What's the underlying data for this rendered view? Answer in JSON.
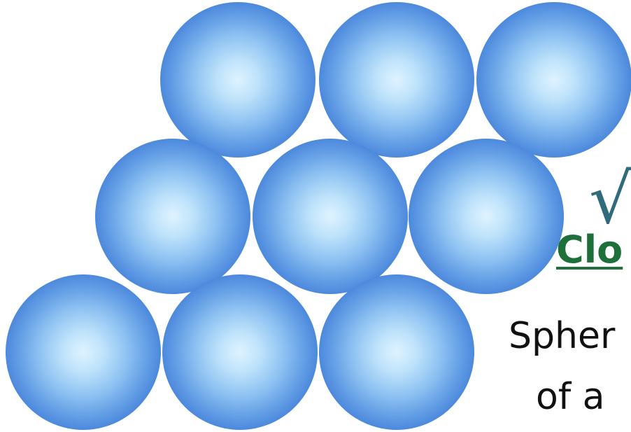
{
  "diagram": {
    "spheres": [
      {
        "id": "row1-1"
      },
      {
        "id": "row1-2"
      },
      {
        "id": "row1-3"
      },
      {
        "id": "row2-1"
      },
      {
        "id": "row2-2"
      },
      {
        "id": "row2-3"
      },
      {
        "id": "row3-1"
      },
      {
        "id": "row3-2"
      },
      {
        "id": "row3-3"
      }
    ],
    "sphere_color": "#3d79d4",
    "sphere_highlight_color": "#dff3ff"
  },
  "text": {
    "check_mark": "√",
    "heading": "Clo",
    "line1": "Spher",
    "line2": "of a"
  },
  "colors": {
    "heading": "#1f6f3a",
    "check_mark": "#2f6b7a",
    "body_text": "#111111"
  }
}
